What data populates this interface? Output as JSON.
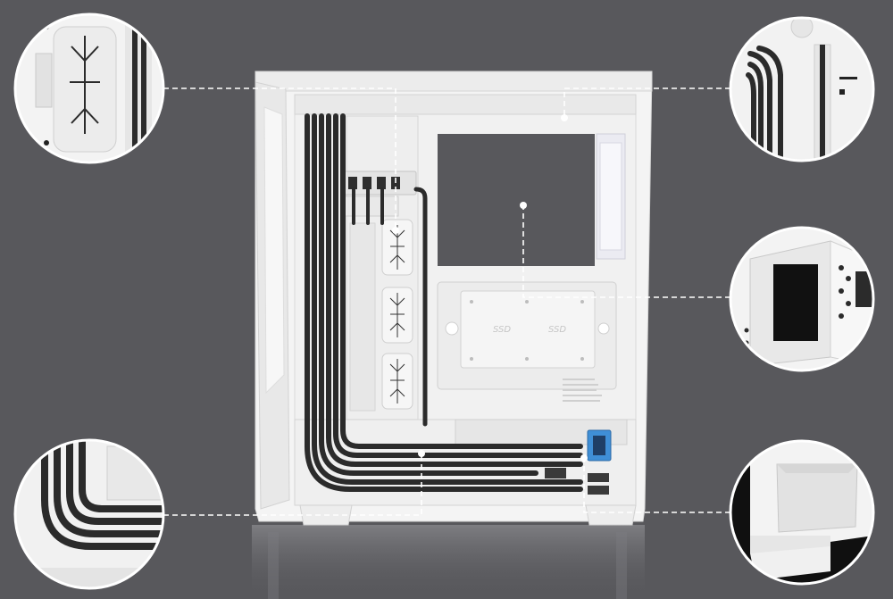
{
  "case_labels": {
    "ssd_left": "SSD",
    "ssd_right": "SSD"
  },
  "colors": {
    "background": "#58585c",
    "case_white": "#f2f2f2",
    "case_shade": "#e3e3e3",
    "cable_black": "#2b2b2b",
    "usb_blue": "#3f8fd6",
    "callout_line": "#ffffff"
  },
  "callouts": [
    {
      "id": "velcro-straps-detail",
      "icon": "velcro-strap-icon"
    },
    {
      "id": "psu-cable-route-detail",
      "icon": "cable-routing-icon"
    },
    {
      "id": "front-cable-bend-detail",
      "icon": "cable-bend-icon"
    },
    {
      "id": "top-cable-channel-detail",
      "icon": "cable-channel-icon"
    },
    {
      "id": "motherboard-cutout-detail",
      "icon": "cutout-icon"
    },
    {
      "id": "psu-shroud-detail",
      "icon": "shroud-icon"
    }
  ]
}
